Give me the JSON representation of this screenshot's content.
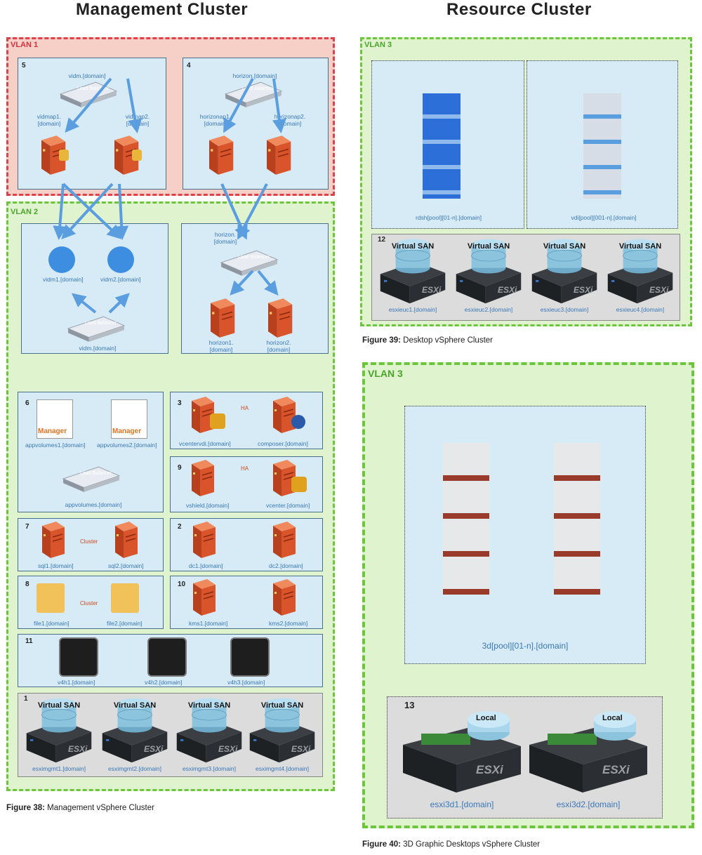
{
  "titles": {
    "management": "Management Cluster",
    "resource": "Resource Cluster"
  },
  "vlans": {
    "vlan1": "VLAN 1",
    "vlan2": "VLAN 2",
    "vlan3_top": "VLAN 3",
    "vlan3_bottom": "VLAN 3"
  },
  "box5": {
    "num": "5",
    "lb_top": "vidm.[domain]",
    "lb_text": "Load Balancer",
    "ap1": "vidmap1.",
    "ap1b": "[domain]",
    "ap2": "vidmap2.",
    "ap2b": "[domain]"
  },
  "box4": {
    "num": "4",
    "lb_top": "horizon.[domain]",
    "lb_text": "Load Balancer",
    "ap1": "horizonap1.",
    "ap1b": "[domain]",
    "ap2": "horizonap2.",
    "ap2b": "[domain]"
  },
  "vidm_box": {
    "n1": "vidm1.[domain]",
    "n2": "vidm2.[domain]",
    "lb_text": "Load Balancer",
    "lb_bottom": "vidm.[domain]"
  },
  "horizon_box": {
    "lb_top": "horizon.",
    "lb_top2": "[domain]",
    "lb_text": "Load Balancer",
    "h1": "horizon1.",
    "h1b": "[domain]",
    "h2": "horizon2.",
    "h2b": "[domain]"
  },
  "box6": {
    "num": "6",
    "mgr": "Manager",
    "n1": "appvolumes1.[domain]",
    "n2": "appvolumes2.[domain]",
    "lb_text": "Load Balancer",
    "lb_bottom": "appvolumes.[domain]"
  },
  "box3": {
    "num": "3",
    "ha": "HA",
    "n1": "vcentervdi.[domain]",
    "n2": "composer.[domain]"
  },
  "box9": {
    "num": "9",
    "ha": "HA",
    "n1": "vshield.[domain]",
    "n2": "vcenter.[domain]"
  },
  "box7": {
    "num": "7",
    "cluster": "Cluster",
    "n1": "sql1.[domain]",
    "n2": "sql2.[domain]"
  },
  "box2": {
    "num": "2",
    "n1": "dc1.[domain]",
    "n2": "dc2.[domain]"
  },
  "box8": {
    "num": "8",
    "cluster": "Cluster",
    "n1": "file1.[domain]",
    "n2": "file2.[domain]"
  },
  "box10": {
    "num": "10",
    "n1": "kms1.[domain]",
    "n2": "kms2.[domain]"
  },
  "box11": {
    "num": "11",
    "n1": "v4h1.[domain]",
    "n2": "v4h2.[domain]",
    "n3": "v4h3.[domain]"
  },
  "box1": {
    "num": "1",
    "vsan": "Virtual SAN",
    "esxi": "ESXi",
    "hosts": [
      "esximgmt1.[domain]",
      "esximgmt2.[domain]",
      "esximgmt3.[domain]",
      "esximgmt4.[domain]"
    ]
  },
  "rdsh": {
    "label": "rdsh[pool][01-n].[domain]"
  },
  "vdi": {
    "label": "vdi[pool][001-n].[domain]"
  },
  "box12": {
    "num": "12",
    "vsan": "Virtual SAN",
    "esxi": "ESXi",
    "hosts": [
      "esxieuc1.[domain]",
      "esxieuc2.[domain]",
      "esxieuc3.[domain]",
      "esxieuc4.[domain]"
    ]
  },
  "pool3d": {
    "label": "3d[pool][01-n].[domain]"
  },
  "box13": {
    "num": "13",
    "local": "Local",
    "esxi": "ESXi",
    "hosts": [
      "esxi3d1.[domain]",
      "esxi3d2.[domain]"
    ]
  },
  "captions": {
    "fig38_bold": "Figure 38:",
    "fig38": " Management vSphere Cluster",
    "fig39_bold": "Figure 39:",
    "fig39": " Desktop vSphere Cluster",
    "fig40_bold": "Figure 40:",
    "fig40": " 3D Graphic Desktops vSphere Cluster"
  },
  "colors": {
    "vlan_red": "#e0404a",
    "vlan_green": "#6cc53a",
    "box_blue": "#d7ebf6",
    "arrow": "#5b9ee0",
    "server": "#d9532b"
  }
}
